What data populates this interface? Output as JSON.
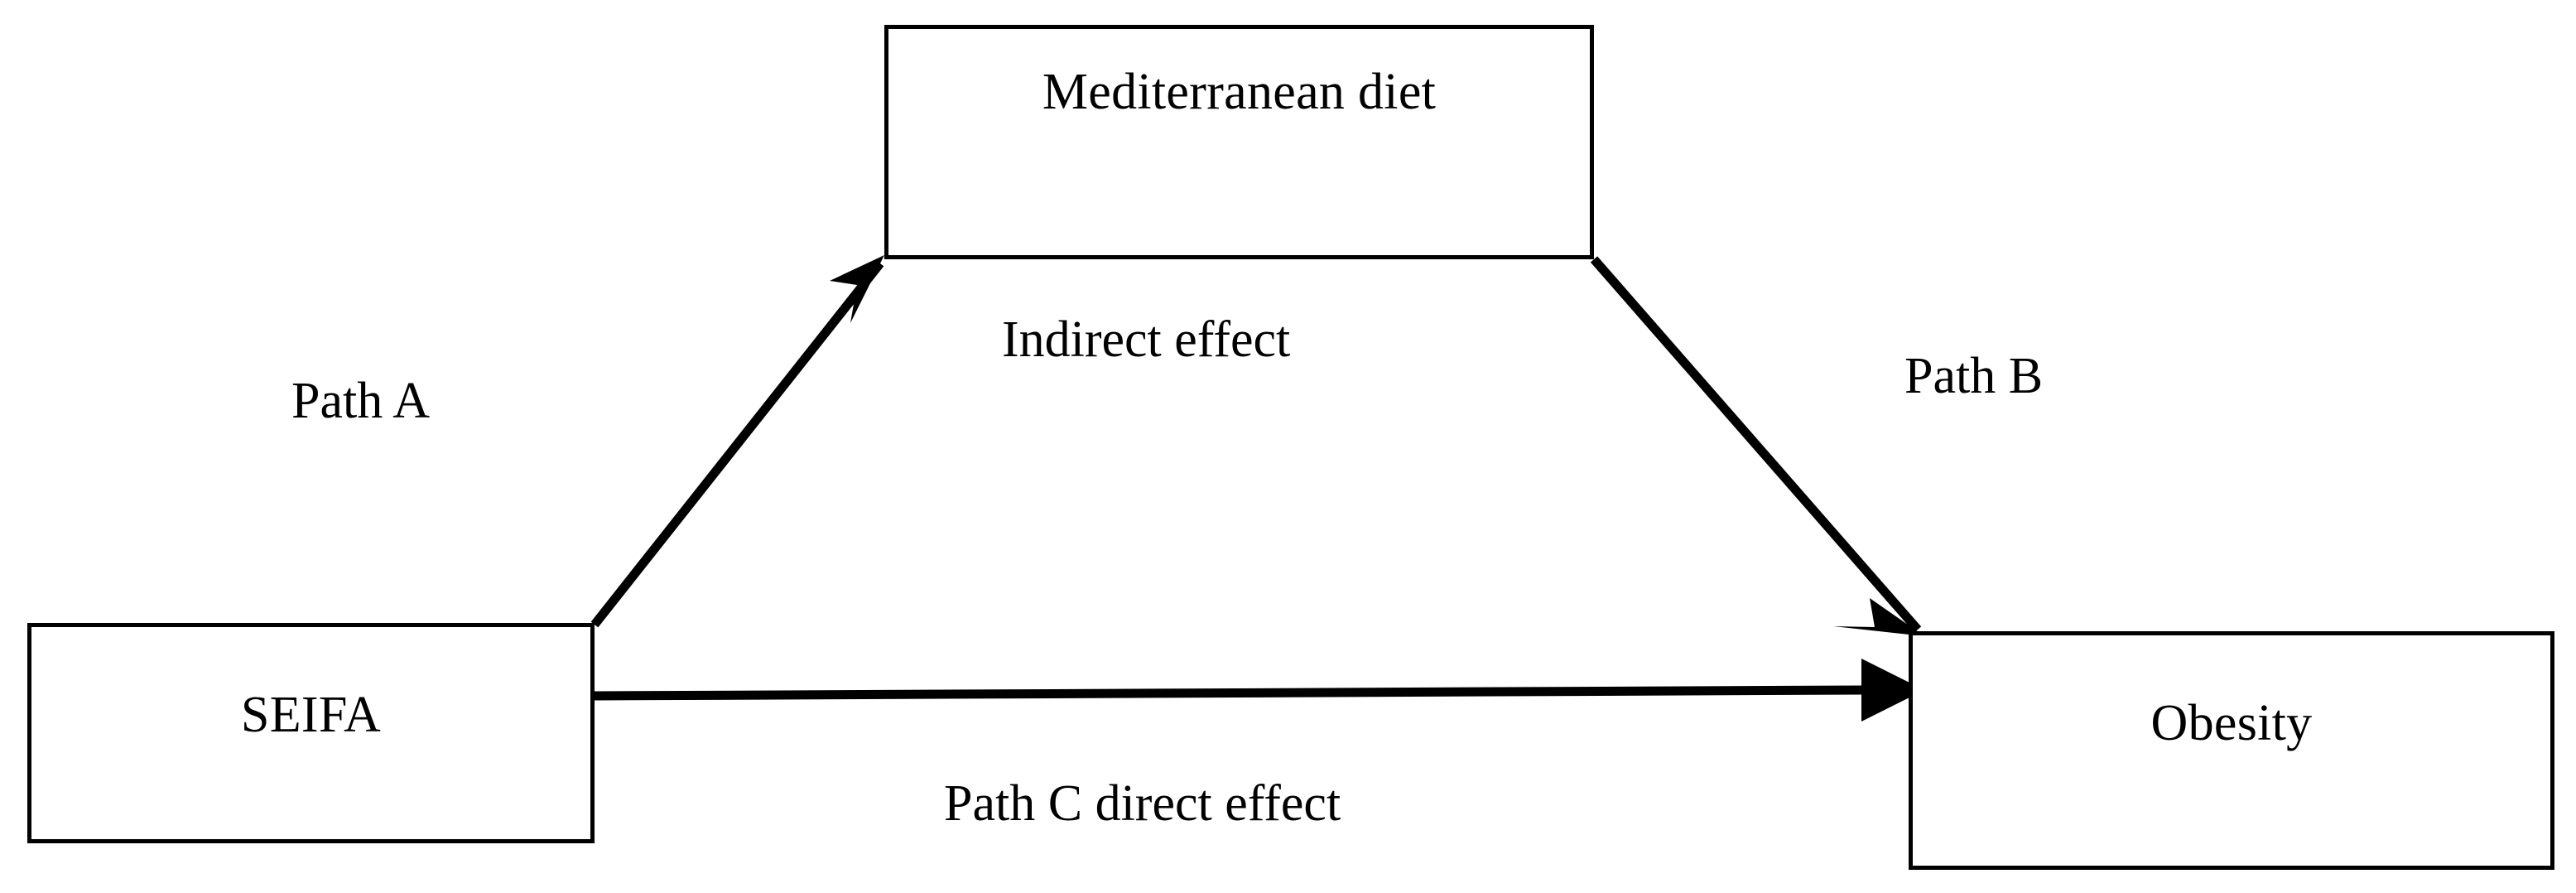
{
  "diagram": {
    "type": "mediation-path-model",
    "background_color": "#ffffff",
    "stroke_color": "#000000",
    "nodes": [
      {
        "id": "mediator",
        "label": "Mediterranean diet",
        "role": "mediator"
      },
      {
        "id": "predictor",
        "label": "SEIFA",
        "role": "predictor"
      },
      {
        "id": "outcome",
        "label": "Obesity",
        "role": "outcome"
      }
    ],
    "edges": [
      {
        "id": "path-a",
        "label": "Path A",
        "from": "predictor",
        "to": "mediator",
        "arrow": "open-barbed"
      },
      {
        "id": "path-b",
        "label": "Path B",
        "from": "mediator",
        "to": "outcome",
        "arrow": "open-barbed"
      },
      {
        "id": "path-c",
        "label": "Path C direct effect",
        "from": "predictor",
        "to": "outcome",
        "arrow": "solid-triangle"
      }
    ],
    "annotations": [
      {
        "id": "indirect",
        "label": "Indirect effect"
      }
    ]
  }
}
